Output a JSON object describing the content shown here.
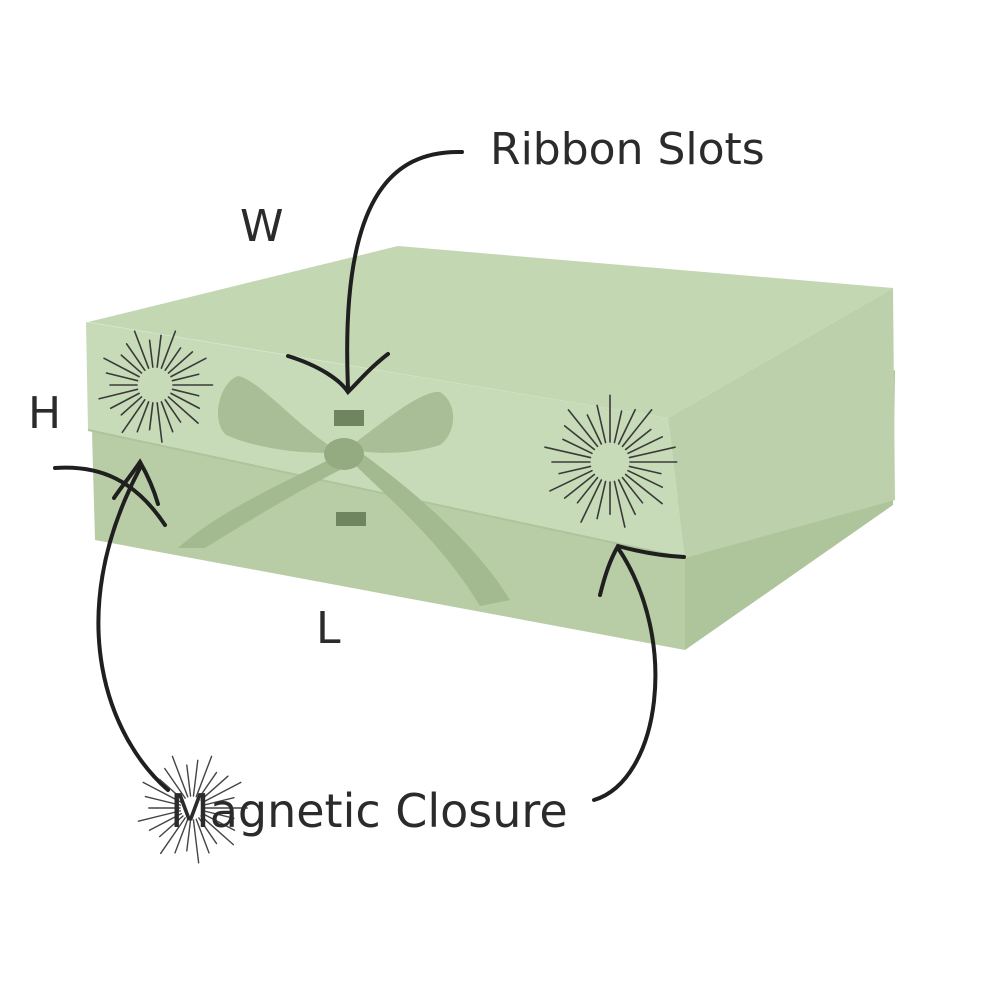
{
  "labels": {
    "ribbon_slots": "Ribbon Slots",
    "width": "W",
    "height": "H",
    "length": "L",
    "magnetic_closure": "Magnetic Closure"
  },
  "colors": {
    "box_front": "#c6d9b6",
    "box_top": "#c3d7b3",
    "box_side": "#bcd1ab",
    "box_base": "#b3c9a0",
    "ribbon": "#a7bd94",
    "ribbon_shadow": "#8ea67a",
    "ink": "#1f1f1f",
    "text": "#2b2b2b"
  },
  "icons": [
    "sunburst-icon",
    "arrow-icon"
  ]
}
